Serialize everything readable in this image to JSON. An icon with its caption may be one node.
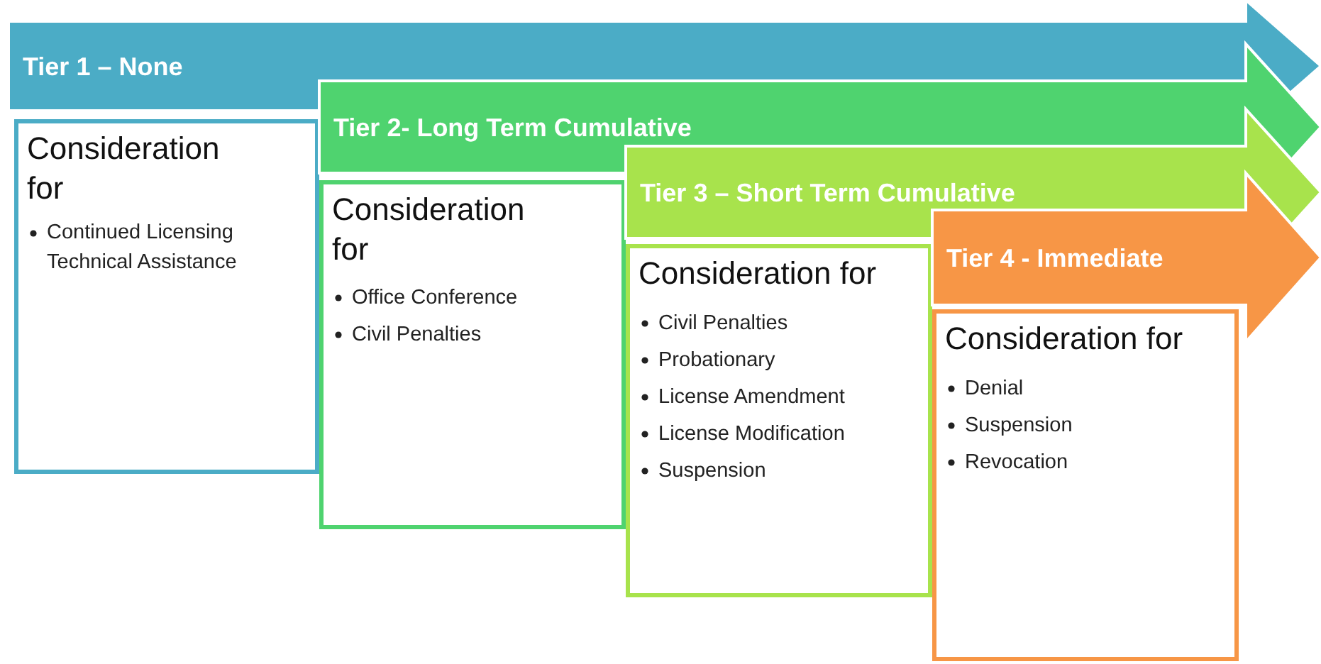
{
  "diagram": {
    "nodes": [
      {
        "text": [
          "Tier 1 – None"
        ]
      },
      {
        "text": [
          "Consideration for",
          "Continued Licensing Technical Assistance"
        ]
      },
      {
        "text": [
          "Tier 2- Long Term Cumulative"
        ]
      },
      {
        "text": [
          "Consideration for",
          "Office Conference",
          "Civil Penalties"
        ]
      },
      {
        "text": [
          "Tier 3 – Short Term Cumulative"
        ]
      },
      {
        "text": [
          "Consideration for",
          "Civil Penalties",
          "Probationary",
          "License Amendment",
          "License Modification",
          "Suspension"
        ]
      },
      {
        "text": [
          "Tier 4 - Immediate"
        ]
      },
      {
        "text": [
          "Consideration for",
          "Denial",
          "Suspension",
          "Revocation"
        ]
      }
    ],
    "edges": []
  }
}
